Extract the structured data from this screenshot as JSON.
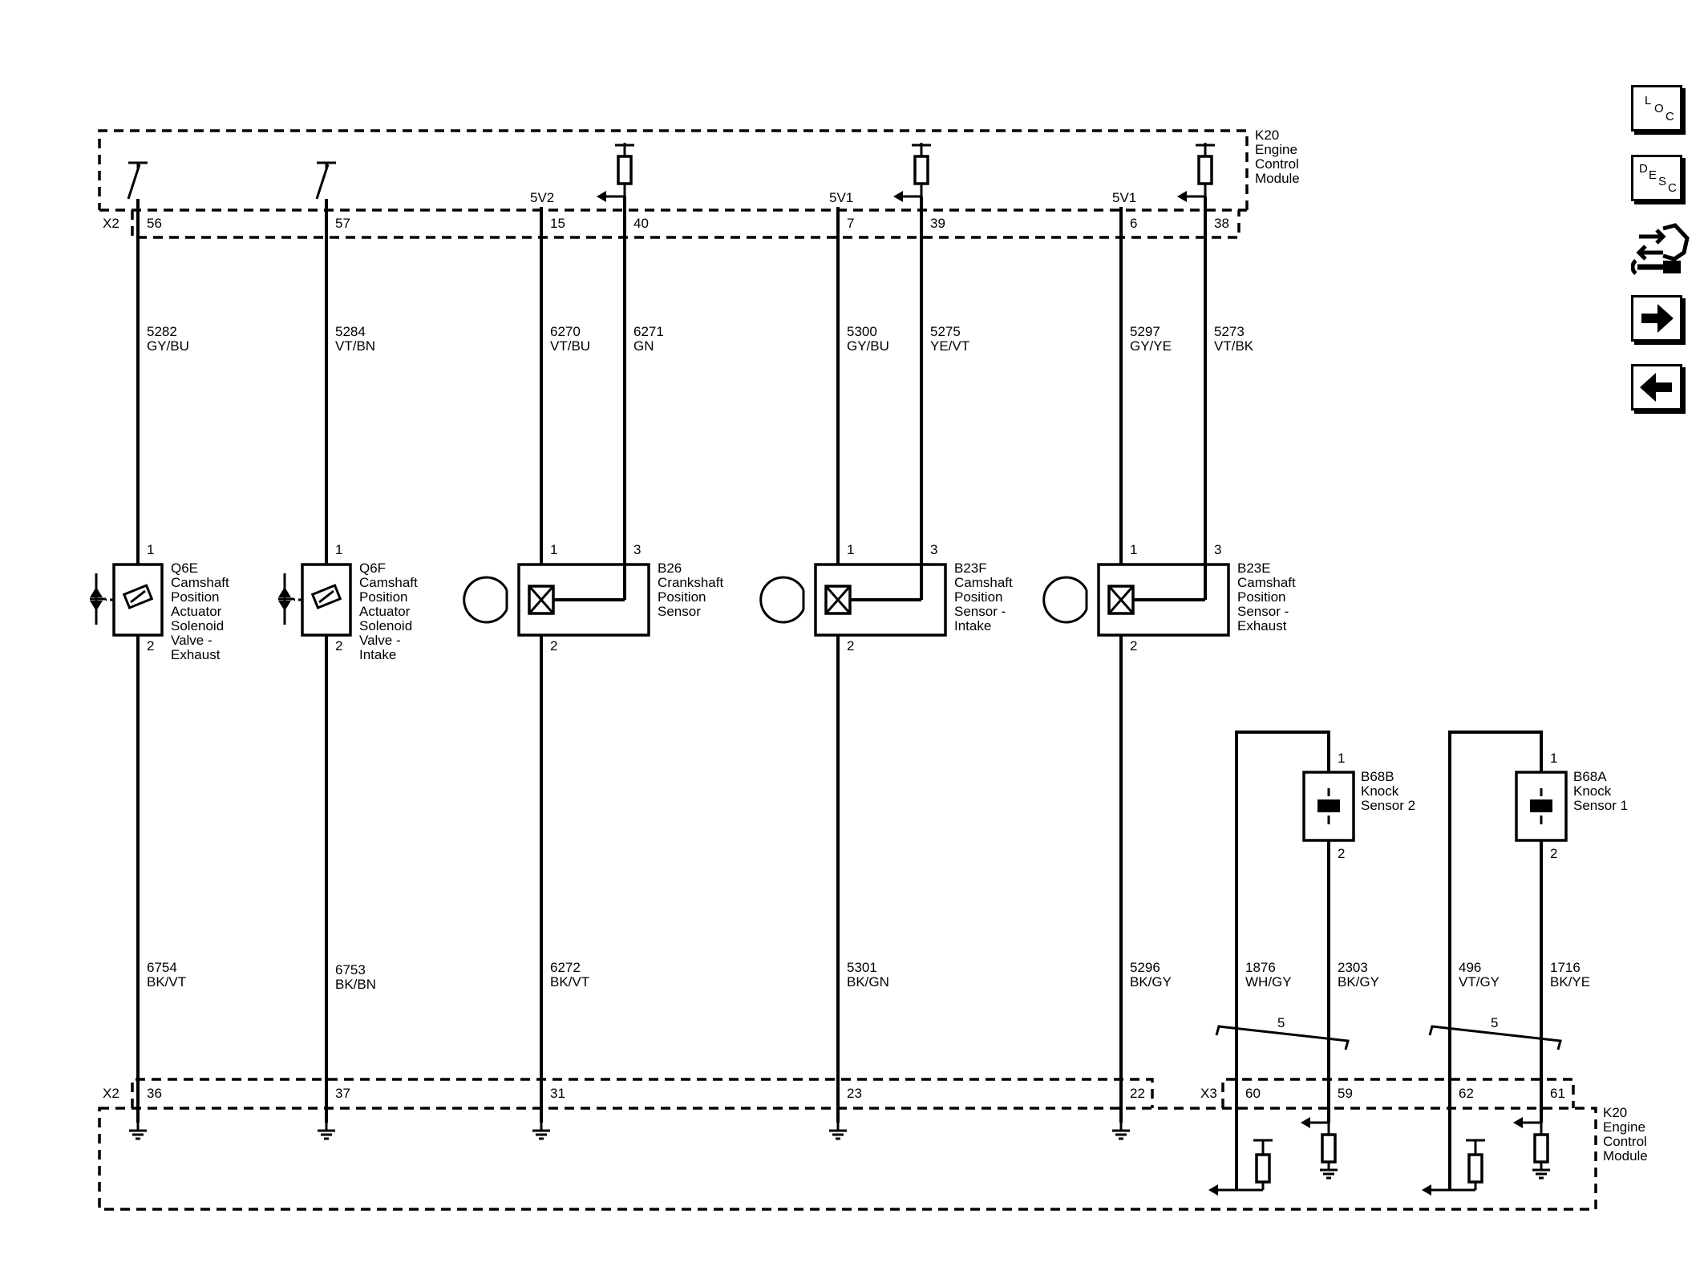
{
  "module": {
    "top": {
      "ref": "K20",
      "name_lines": [
        "Engine",
        "Control",
        "Module"
      ]
    },
    "bottom": {
      "ref": "K20",
      "name_lines": [
        "Engine",
        "Control",
        "Module"
      ]
    }
  },
  "connectors": {
    "top": "X2",
    "bottom_left": "X2",
    "bottom_right": "X3"
  },
  "circuits": [
    {
      "id": "q6e",
      "top_pin": "56",
      "top_wire": [
        "5282",
        "GY/BU"
      ],
      "bottom_wire": [
        "6754",
        "BK/VT"
      ],
      "bottom_pin": "36"
    },
    {
      "id": "q6f",
      "top_pin": "57",
      "top_wire": [
        "5284",
        "VT/BN"
      ],
      "bottom_wire": [
        "6753",
        "BK/BN"
      ],
      "bottom_pin": "37"
    },
    {
      "id": "b26_ref",
      "ref_label": "5V2",
      "top_pin": "15",
      "top_wire": [
        "6270",
        "VT/BU"
      ],
      "bottom_wire": [
        "6272",
        "BK/VT"
      ],
      "bottom_pin": "31"
    },
    {
      "id": "b26_sig",
      "top_pin": "40",
      "top_wire": [
        "6271",
        "GN"
      ]
    },
    {
      "id": "b23f_ref",
      "ref_label": "5V1",
      "top_pin": "7",
      "top_wire": [
        "5300",
        "GY/BU"
      ],
      "bottom_wire": [
        "5301",
        "BK/GN"
      ],
      "bottom_pin": "23"
    },
    {
      "id": "b23f_sig",
      "top_pin": "39",
      "top_wire": [
        "5275",
        "YE/VT"
      ]
    },
    {
      "id": "b23e_ref",
      "ref_label": "5V1",
      "top_pin": "6",
      "top_wire": [
        "5297",
        "GY/YE"
      ],
      "bottom_wire": [
        "5296",
        "BK/GY"
      ],
      "bottom_pin": "22"
    },
    {
      "id": "b23e_sig",
      "top_pin": "38",
      "top_wire": [
        "5273",
        "VT/BK"
      ]
    }
  ],
  "components": [
    {
      "id": "q6e",
      "pin_top": "1",
      "pin_bottom": "2",
      "lines": [
        "Q6E",
        "Camshaft",
        "Position",
        "Actuator",
        "Solenoid",
        "Valve -",
        "Exhaust"
      ]
    },
    {
      "id": "q6f",
      "pin_top": "1",
      "pin_bottom": "2",
      "lines": [
        "Q6F",
        "Camshaft",
        "Position",
        "Actuator",
        "Solenoid",
        "Valve -",
        "Intake"
      ]
    },
    {
      "id": "b26",
      "pin_a": "1",
      "pin_b": "3",
      "pin_bottom": "2",
      "lines": [
        "B26",
        "Crankshaft",
        "Position",
        "Sensor"
      ]
    },
    {
      "id": "b23f",
      "pin_a": "1",
      "pin_b": "3",
      "pin_bottom": "2",
      "lines": [
        "B23F",
        "Camshaft",
        "Position",
        "Sensor -",
        "Intake"
      ]
    },
    {
      "id": "b23e",
      "pin_a": "1",
      "pin_b": "3",
      "pin_bottom": "2",
      "lines": [
        "B23E",
        "Camshaft",
        "Position",
        "Sensor -",
        "Exhaust"
      ]
    },
    {
      "id": "b68b",
      "pin_top": "1",
      "pin_bottom": "2",
      "lines": [
        "B68B",
        "Knock",
        "Sensor 2"
      ]
    },
    {
      "id": "b68a",
      "pin_top": "1",
      "pin_bottom": "2",
      "lines": [
        "B68A",
        "Knock",
        "Sensor 1"
      ]
    }
  ],
  "knock": [
    {
      "id": "ks2",
      "twist": "5",
      "wire_a": [
        "1876",
        "WH/GY"
      ],
      "wire_b": [
        "2303",
        "BK/GY"
      ],
      "pin_a": "60",
      "pin_b": "59"
    },
    {
      "id": "ks1",
      "twist": "5",
      "wire_a": [
        "496",
        "VT/GY"
      ],
      "wire_b": [
        "1716",
        "BK/YE"
      ],
      "pin_a": "62",
      "pin_b": "61"
    }
  ],
  "nav": {
    "loc": [
      "L",
      "O",
      "C"
    ],
    "desc": [
      "D",
      "E",
      "S",
      "C"
    ],
    "icons": [
      "connector-wrench-icon",
      "arrow-right-icon",
      "arrow-left-icon"
    ]
  }
}
